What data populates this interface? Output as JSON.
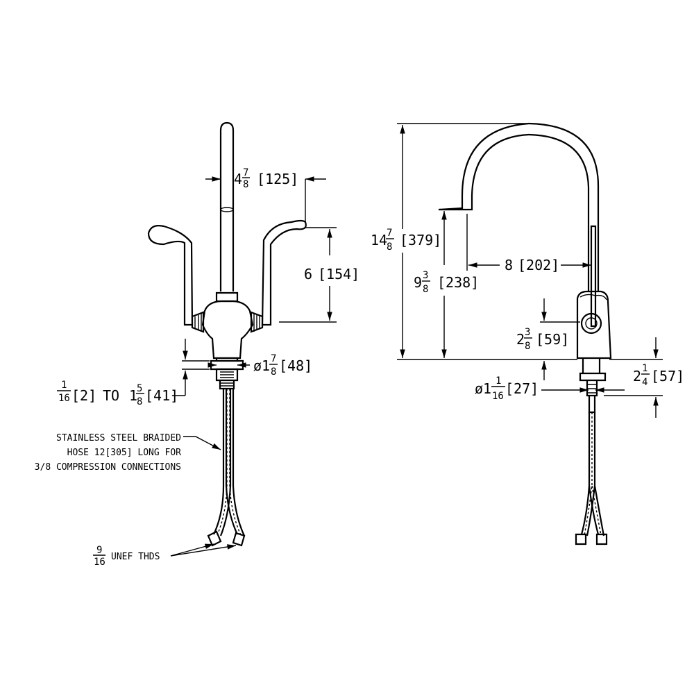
{
  "front_view": {
    "spout_width": {
      "whole": "4",
      "num": "7",
      "den": "8",
      "metric": "[125]"
    },
    "handle_height": {
      "label": "6",
      "metric": "[154]"
    },
    "shank_diameter": {
      "sym": "ø1",
      "num": "7",
      "den": "8",
      "metric": "[48]"
    },
    "deck_range": {
      "num1": "1",
      "den1": "16",
      "metric1": "[2]",
      "to": "TO",
      "whole2": "1",
      "num2": "5",
      "den2": "8",
      "metric2": "[41]"
    },
    "hose_note": [
      "STAINLESS STEEL BRAIDED",
      "HOSE 12[305] LONG FOR",
      "3/8 COMPRESSION CONNECTIONS"
    ],
    "thread_note": {
      "num": "9",
      "den": "16",
      "text": "UNEF THDS"
    }
  },
  "side_view": {
    "overall_height": {
      "whole": "14",
      "num": "7",
      "den": "8",
      "metric": "[379]"
    },
    "spout_height": {
      "whole": "9",
      "num": "3",
      "den": "8",
      "metric": "[238]"
    },
    "spout_reach": {
      "label": "8",
      "metric": "[202]"
    },
    "handle_height": {
      "whole": "2",
      "num": "3",
      "den": "8",
      "metric": "[59]"
    },
    "shank_length": {
      "whole": "2",
      "num": "1",
      "den": "4",
      "metric": "[57]"
    },
    "shank_diameter": {
      "sym": "ø1",
      "num": "1",
      "den": "16",
      "metric": "[27]"
    }
  }
}
